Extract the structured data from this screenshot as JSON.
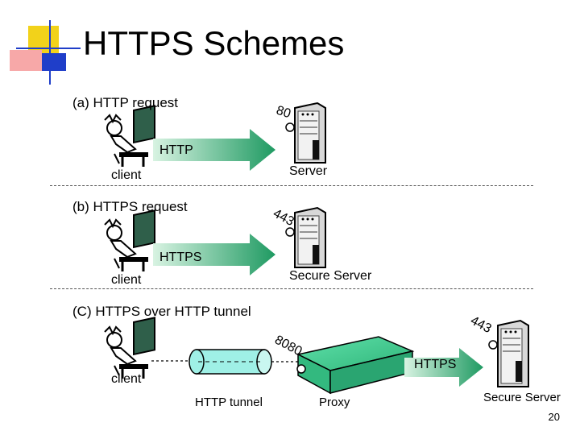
{
  "slide": {
    "title": "HTTPS Schemes",
    "page_number": "20"
  },
  "sections": [
    {
      "heading": "(a) HTTP request",
      "port": "80",
      "arrow_label": "HTTP",
      "client_label": "client",
      "server_label": "Server"
    },
    {
      "heading": "(b) HTTPS request",
      "port": "443",
      "arrow_label": "HTTPS",
      "client_label": "client",
      "server_label": "Secure Server"
    },
    {
      "heading": "(C) HTTPS over HTTP tunnel",
      "proxy_port": "8080",
      "server_port": "443",
      "arrow_label": "HTTPS",
      "client_label": "client",
      "tunnel_label": "HTTP tunnel",
      "proxy_label": "Proxy",
      "server_label": "Secure Server"
    }
  ],
  "colors": {
    "arrow_start": "#d8f3e2",
    "arrow_end": "#1f9a62",
    "proxy_fill": "#49d19a",
    "tunnel_fill": "#9ff0e6",
    "deco_yellow": "#f2d21a",
    "deco_blue": "#1f3ec9",
    "deco_pink": "#f7a8a8"
  }
}
